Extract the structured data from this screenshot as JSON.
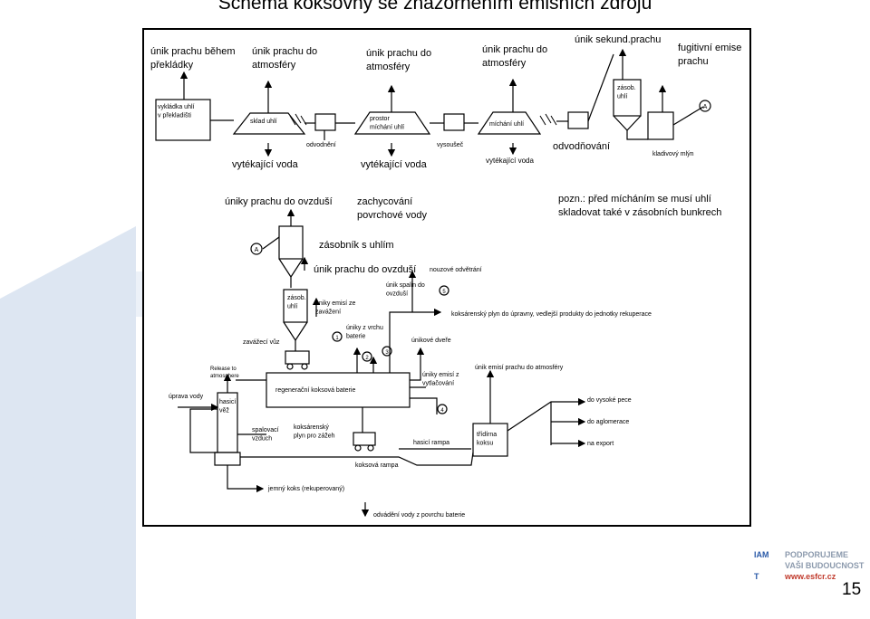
{
  "title": "Schéma koksovny se znázorněním emisních zdrojů",
  "page_number": "15",
  "footer": {
    "left_fragments": [
      "IAM",
      "T"
    ],
    "lines": [
      "PODPORUJEME",
      "VAŠI BUDOUCNOST"
    ],
    "url": "www.esfcr.cz"
  },
  "colors": {
    "background_shape": "#dde6f2",
    "footer_text": "#8c9aad",
    "footer_url": "#c0392b",
    "footer_left": "#2b5aa8"
  },
  "diagram": {
    "labels": {
      "t_unik_prekladky": "únik prachu během\npřekládky",
      "t_unik_atm1": "únik prachu do\natmosféry",
      "t_unik_atm2": "únik prachu do\natmosféry",
      "t_unik_atm3": "únik prachu do\natmosféry",
      "t_unik_sekund": "únik sekund.prachu",
      "t_fugitivni": "fugitivní emise\nprachu",
      "t_vykladka": "vykládka uhlí\nv překladišti",
      "t_sklad": "sklad uhlí",
      "t_prostor": "prostor\nmíchání uhlí",
      "t_michani": "míchání uhlí",
      "t_zasob_top": "zásob.\nuhlí",
      "t_odvodneni_small": "odvodnění",
      "t_vysousec": "vysoušeč",
      "t_odvodnovani": "odvodňování",
      "t_kladivovy": "kladivový mlýn",
      "t_vytek1": "vytékající voda",
      "t_vytek2": "vytékající voda",
      "t_vytek3": "vytékající voda",
      "t_uniky_ovzd": "úniky prachu do ovzduší",
      "t_zachytavani": "zachycování\npovrchové vody",
      "t_pozn": "pozn.: před mícháním se musí uhlí\nskladovat také v zásobních bunkrech",
      "t_zasobnik": "zásobník s uhlím",
      "t_unik_ovzd": "únik prachu do ovzduší",
      "t_nauzove": "nouzové odvětrání",
      "t_unik_spalin": "únik spalin do\novzduší",
      "t_zasob_mid": "zásob.\nuhlí",
      "t_uniky_zavazeni": "úniky emisí ze\nzavážení",
      "t_uniky_vrchu": "úniky z vrchu\nbaterie",
      "t_koksarensky_plyn": "koksárenský plyn do úpravny, vedlejší produkty do jednotky rekuperace",
      "t_zavazeci": "zavážecí vůz",
      "t_unikove_dvere": "únikové dveře",
      "t_release": "Release to\natmosphere",
      "t_uniky_vytlacovani": "úniky emisí z\nvytlačování",
      "t_unik_emisi_atm": "únik emisí prachu do atmosféry",
      "t_uprava_vody": "úprava vody",
      "t_hasici_vez": "hasicí\nvěž",
      "t_regeneracni": "regenerační koksová baterie",
      "t_spalovaci": "spalovací\nvzduch",
      "t_koks_plyn": "koksárenský\nplyn pro zážeh",
      "t_hasici_rampa": "hasicí rampa",
      "t_koksova_rampa": "koksová rampa",
      "t_tridirna": "třídírna\nkoksu",
      "t_vysoke_pece": "do vysoké pece",
      "t_aglomerace": "do aglomerace",
      "t_export": "na export",
      "t_jemny_koks": "jemný koks (rekuperovaný)",
      "t_odvadeni": "odvádění vody z povrchu baterie"
    },
    "callouts": {
      "c_A1": "A",
      "c_A2": "A",
      "c_1": "1",
      "c_2": "2",
      "c_3": "3",
      "c_4": "4",
      "c_5": "5"
    }
  }
}
